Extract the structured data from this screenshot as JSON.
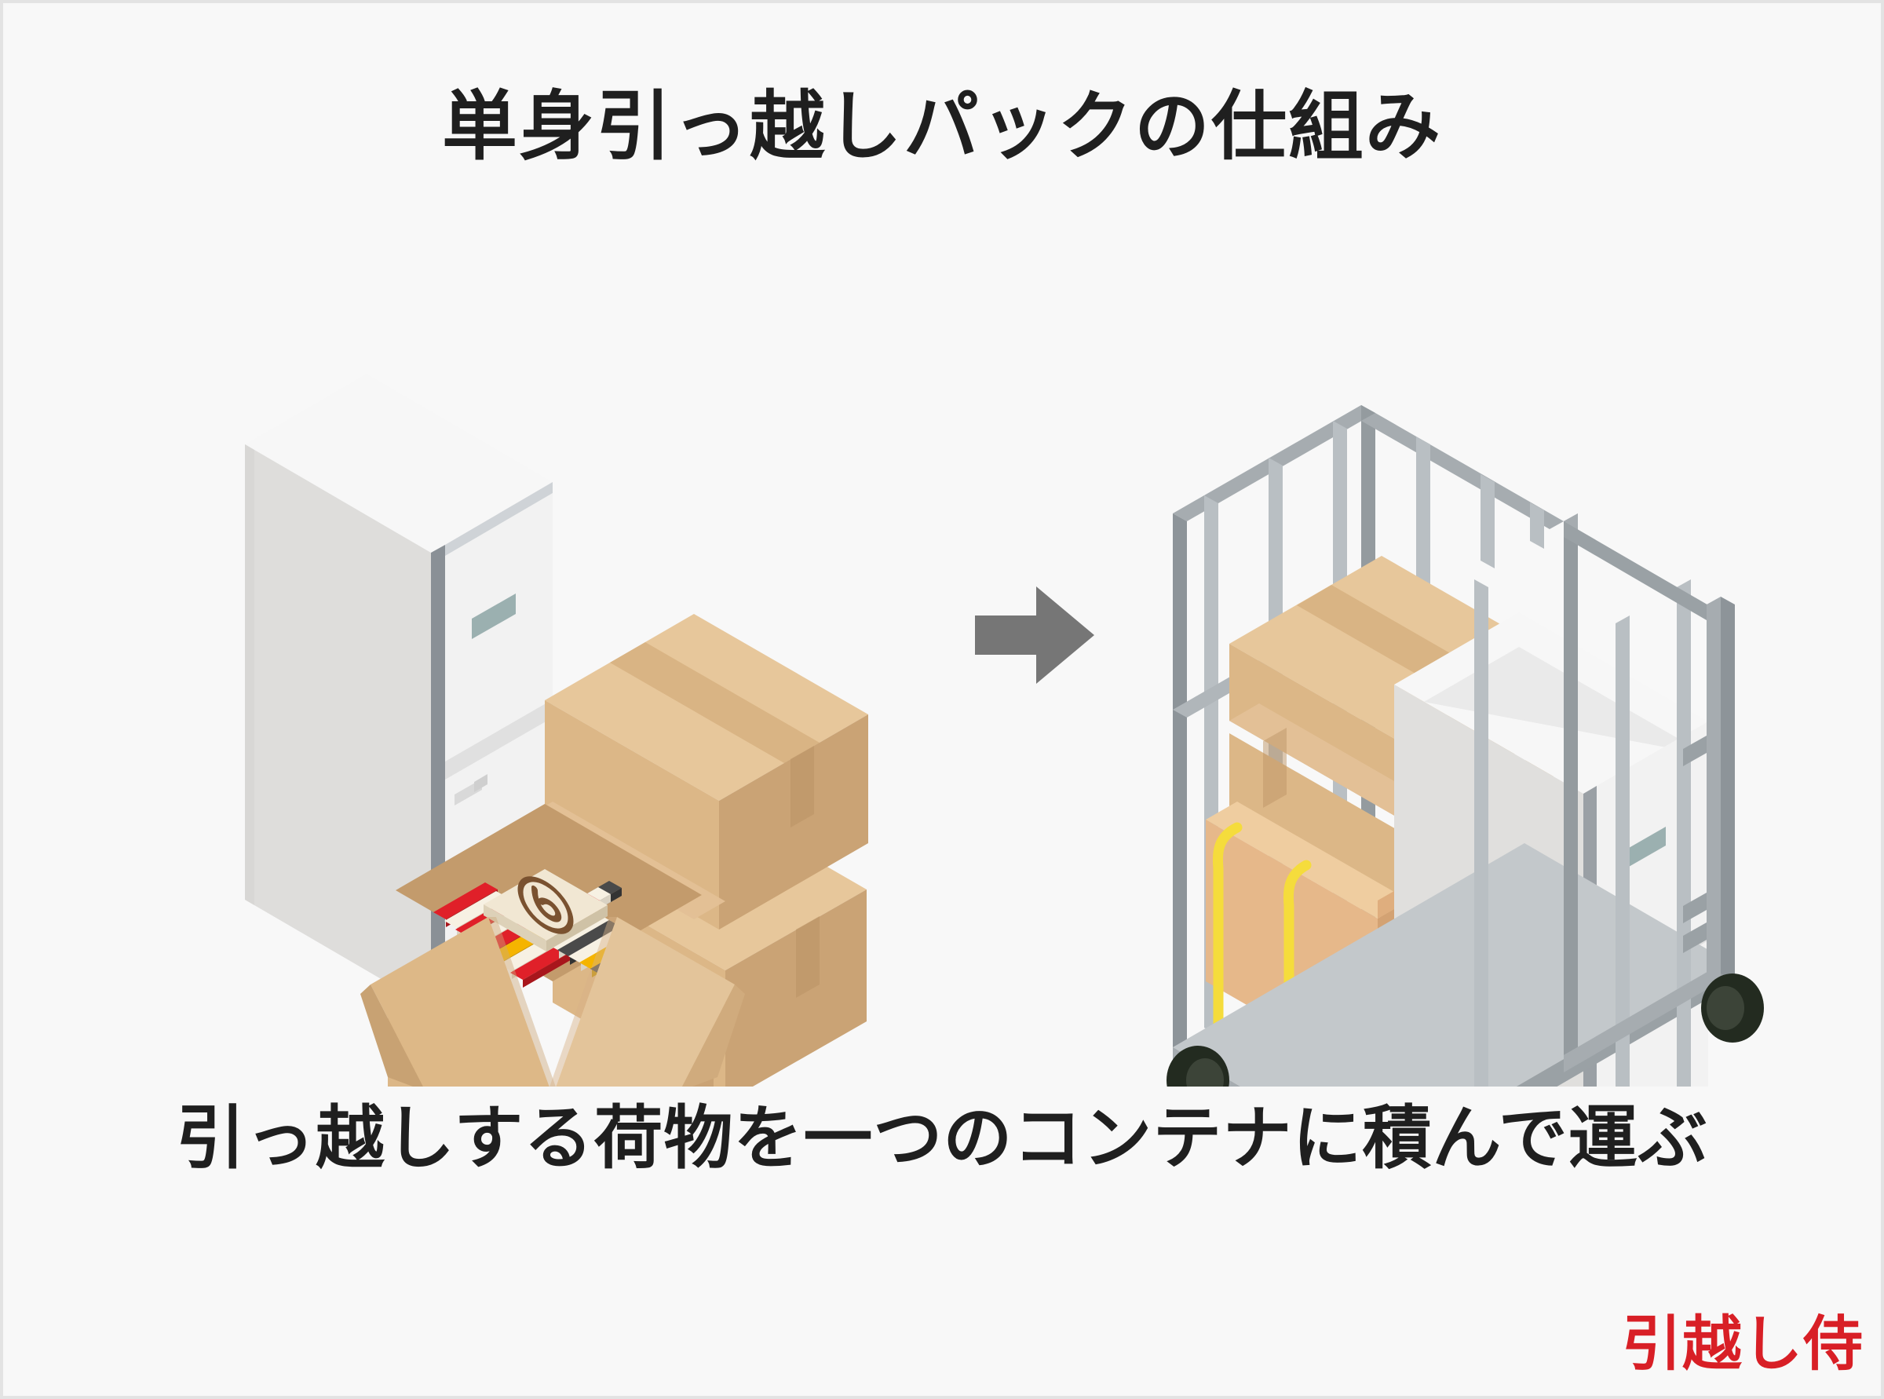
{
  "page": {
    "background_color": "#f8f8f8",
    "border_color": "#e3e3e3",
    "title": "単身引っ越しパックの仕組み",
    "caption": "引っ越しする荷物を一つのコンテナに積んで運ぶ",
    "logo": "引越し侍",
    "logo_color": "#d81f26",
    "text_color": "#1f1f1f"
  },
  "illustration": {
    "type": "isometric-diagram",
    "description": "単身引っ越しパックの仕組みを示すアイソメトリック図",
    "left_group": {
      "label": "引っ越しする荷物",
      "items": [
        {
          "name": "refrigerator",
          "label": "冷蔵庫",
          "color": "#f2f2f2"
        },
        {
          "name": "cardboard-box-top",
          "label": "段ボール箱（上）",
          "color": "#e0b986"
        },
        {
          "name": "cardboard-box-bottom",
          "label": "段ボール箱（下）",
          "color": "#e0b986"
        },
        {
          "name": "open-cardboard-box",
          "label": "開いた段ボール箱",
          "color": "#ddb887"
        },
        {
          "name": "books",
          "label": "本",
          "colors": [
            "#e02029",
            "#f5b400",
            "#4a4a4a",
            "#f7f1e3"
          ]
        },
        {
          "name": "brand-book",
          "label": "ひ ロゴ入りの本",
          "mark": "ひ",
          "color": "#f1e7d3"
        }
      ]
    },
    "arrow": {
      "name": "right-arrow",
      "direction": "right",
      "color": "#767676"
    },
    "right_group": {
      "label": "コンテナ（カーゴ台車）",
      "items": [
        {
          "name": "container-cage",
          "label": "コンテナ枠",
          "color": "#a6acb0"
        },
        {
          "name": "caster-wheels",
          "label": "キャスター",
          "count": 4,
          "color": "#232b20"
        },
        {
          "name": "loaded-box-top",
          "label": "積載段ボール（上）",
          "color": "#e0b986"
        },
        {
          "name": "loaded-box-middle",
          "label": "積載段ボール（中）",
          "color": "#e0b986"
        },
        {
          "name": "loaded-box-bottom",
          "label": "積載段ボール（下）",
          "color": "#e6b88a"
        },
        {
          "name": "yellow-straps",
          "label": "黄色の固定バンド",
          "count": 2,
          "color": "#f5dc3c"
        },
        {
          "name": "loaded-refrigerator",
          "label": "積載された冷蔵庫",
          "color": "#f2f2f2"
        }
      ]
    }
  },
  "colors": {
    "box_top": "#e7c79b",
    "box_left": "#dcb787",
    "box_right": "#c9a273",
    "box_tape": "#d9b484",
    "fridge_top": "#f7f7f7",
    "fridge_left": "#dedddb",
    "fridge_right": "#f1f1f1",
    "fridge_seam": "#8a9096",
    "fridge_badge": "#9bb0b0",
    "cage_light": "#b9bfc3",
    "cage_mid": "#a6acb0",
    "cage_dark": "#8d9499",
    "wheel": "#232b20",
    "strap": "#f5dc3c",
    "arrow": "#767676"
  }
}
